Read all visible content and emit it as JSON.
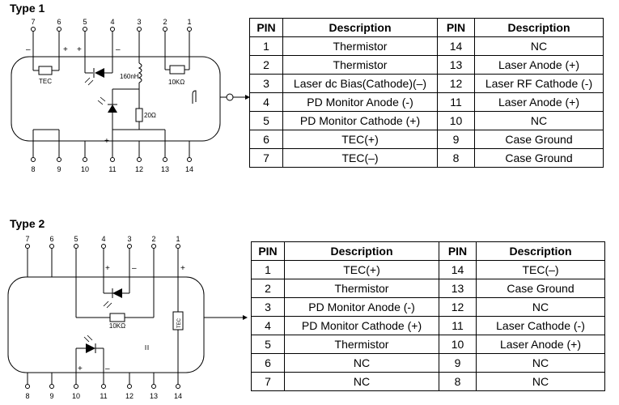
{
  "type1": {
    "title": "Type 1",
    "top_pins": [
      "7",
      "6",
      "5",
      "4",
      "3",
      "2",
      "1"
    ],
    "bottom_pins": [
      "8",
      "9",
      "10",
      "11",
      "12",
      "13",
      "14"
    ],
    "labels": {
      "tec": "TEC",
      "inductor": "160nH",
      "res10k": "10KΩ",
      "res20": "20Ω",
      "plus": "+",
      "minus": "–"
    },
    "table": {
      "headers": [
        "PIN",
        "Description",
        "PIN",
        "Description"
      ],
      "rows": [
        [
          "1",
          "Thermistor",
          "14",
          "NC"
        ],
        [
          "2",
          "Thermistor",
          "13",
          "Laser Anode (+)"
        ],
        [
          "3",
          "Laser dc Bias(Cathode)(–)",
          "12",
          "Laser RF Cathode (-)"
        ],
        [
          "4",
          "PD Monitor Anode (-)",
          "11",
          "Laser Anode (+)"
        ],
        [
          "5",
          "PD Monitor Cathode (+)",
          "10",
          "NC"
        ],
        [
          "6",
          "TEC(+)",
          "9",
          "Case Ground"
        ],
        [
          "7",
          "TEC(–)",
          "8",
          "Case Ground"
        ]
      ]
    }
  },
  "type2": {
    "title": "Type 2",
    "top_pins": [
      "7",
      "6",
      "5",
      "4",
      "3",
      "2",
      "1"
    ],
    "bottom_pins": [
      "8",
      "9",
      "10",
      "11",
      "12",
      "13",
      "14"
    ],
    "labels": {
      "tec": "TEC",
      "res10k": "10KΩ",
      "plus": "+",
      "minus": "–"
    },
    "table": {
      "headers": [
        "PIN",
        "Description",
        "PIN",
        "Description"
      ],
      "rows": [
        [
          "1",
          "TEC(+)",
          "14",
          "TEC(–)"
        ],
        [
          "2",
          "Thermistor",
          "13",
          "Case Ground"
        ],
        [
          "3",
          "PD Monitor Anode (-)",
          "12",
          "NC"
        ],
        [
          "4",
          "PD Monitor Cathode (+)",
          "11",
          "Laser Cathode (-)"
        ],
        [
          "5",
          "Thermistor",
          "10",
          "Laser Anode (+)"
        ],
        [
          "6",
          "NC",
          "9",
          "NC"
        ],
        [
          "7",
          "NC",
          "8",
          "NC"
        ]
      ]
    }
  }
}
